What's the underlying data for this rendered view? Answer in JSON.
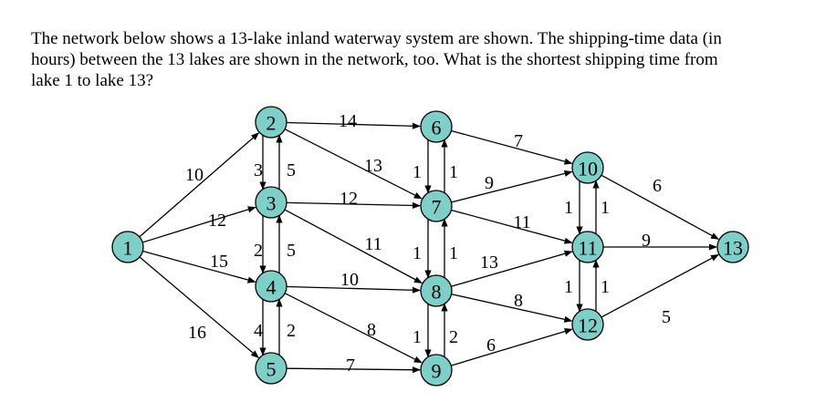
{
  "question": {
    "lines": [
      "The network below shows a 13-lake inland waterway system are shown. The shipping-time data (in",
      "hours) between the 13 lakes are shown in the network, too. What is the shortest shipping time from",
      "lake 1 to lake 13?"
    ]
  },
  "colors": {
    "node_fill": "#7fcfc9",
    "stroke": "#000000"
  },
  "nodes": [
    "1",
    "2",
    "3",
    "4",
    "5",
    "6",
    "7",
    "8",
    "9",
    "10",
    "11",
    "12",
    "13"
  ],
  "edges": [
    {
      "from": "1",
      "to": "2",
      "weight": "10"
    },
    {
      "from": "1",
      "to": "3",
      "weight": "12"
    },
    {
      "from": "1",
      "to": "4",
      "weight": "15"
    },
    {
      "from": "1",
      "to": "5",
      "weight": "16"
    },
    {
      "from": "2",
      "to": "3",
      "weight": "3"
    },
    {
      "from": "3",
      "to": "2",
      "weight": "5"
    },
    {
      "from": "3",
      "to": "4",
      "weight": "2"
    },
    {
      "from": "4",
      "to": "3",
      "weight": "5"
    },
    {
      "from": "4",
      "to": "5",
      "weight": "4"
    },
    {
      "from": "5",
      "to": "4",
      "weight": "2"
    },
    {
      "from": "2",
      "to": "6",
      "weight": "14"
    },
    {
      "from": "2",
      "to": "7",
      "weight": "13"
    },
    {
      "from": "3",
      "to": "7",
      "weight": "12"
    },
    {
      "from": "3",
      "to": "8",
      "weight": "11"
    },
    {
      "from": "4",
      "to": "8",
      "weight": "10"
    },
    {
      "from": "4",
      "to": "9",
      "weight": "8"
    },
    {
      "from": "5",
      "to": "9",
      "weight": "7"
    },
    {
      "from": "6",
      "to": "7",
      "weight": "1"
    },
    {
      "from": "7",
      "to": "6",
      "weight": "1"
    },
    {
      "from": "7",
      "to": "8",
      "weight": "1"
    },
    {
      "from": "8",
      "to": "7",
      "weight": "1"
    },
    {
      "from": "8",
      "to": "9",
      "weight": "1"
    },
    {
      "from": "9",
      "to": "8",
      "weight": "2"
    },
    {
      "from": "6",
      "to": "10",
      "weight": "7"
    },
    {
      "from": "7",
      "to": "10",
      "weight": "9"
    },
    {
      "from": "7",
      "to": "11",
      "weight": "11"
    },
    {
      "from": "8",
      "to": "11",
      "weight": "13"
    },
    {
      "from": "8",
      "to": "12",
      "weight": "8"
    },
    {
      "from": "9",
      "to": "12",
      "weight": "6"
    },
    {
      "from": "10",
      "to": "11",
      "weight": "1"
    },
    {
      "from": "11",
      "to": "10",
      "weight": "1"
    },
    {
      "from": "11",
      "to": "12",
      "weight": "1"
    },
    {
      "from": "12",
      "to": "11",
      "weight": "1"
    },
    {
      "from": "10",
      "to": "13",
      "weight": "6"
    },
    {
      "from": "11",
      "to": "13",
      "weight": "9"
    },
    {
      "from": "12",
      "to": "13",
      "weight": "5"
    }
  ]
}
